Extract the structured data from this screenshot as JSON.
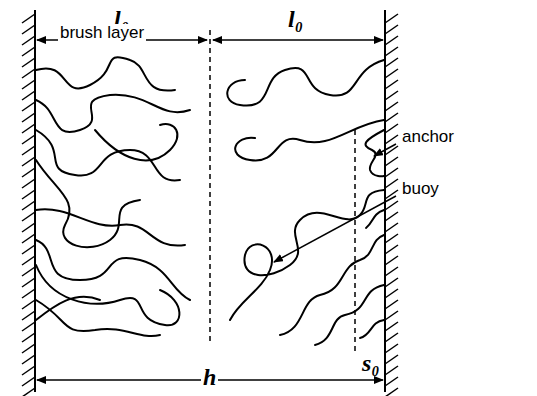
{
  "diagram": {
    "labels": [
      "l₀",
      "l₀",
      "brush layer",
      "anchor",
      "buoy",
      "s₀",
      "h"
    ]
  }
}
